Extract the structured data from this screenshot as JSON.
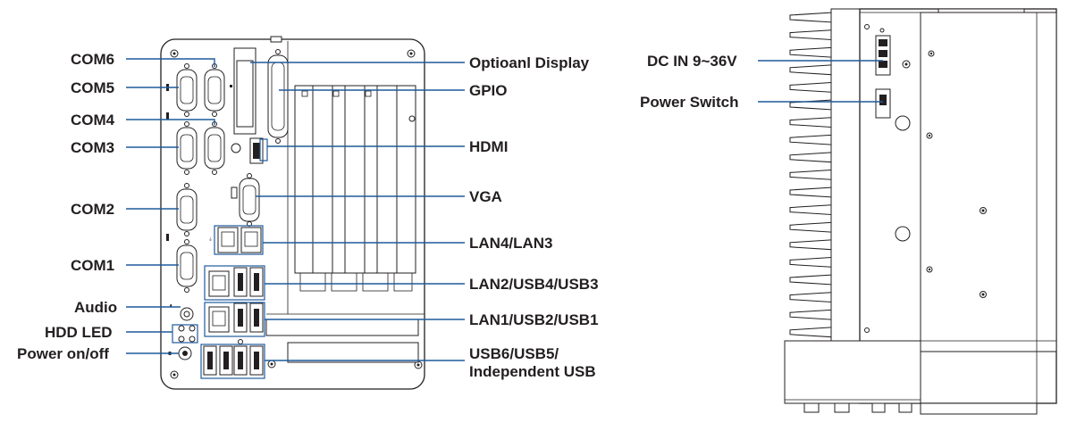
{
  "front_panel": {
    "labels": {
      "com6": "COM6",
      "com5": "COM5",
      "com4": "COM4",
      "com3": "COM3",
      "com2": "COM2",
      "com1": "COM1",
      "audio": "Audio",
      "hdd_led": "HDD LED",
      "power_onoff": "Power on/off",
      "optional_display": "Optioanl Display",
      "gpio": "GPIO",
      "hdmi": "HDMI",
      "vga": "VGA",
      "lan43": "LAN4/LAN3",
      "lan2_usb43": "LAN2/USB4/USB3",
      "lan1_usb21": "LAN1/USB2/USB1",
      "usb65_line1": "USB6/USB5/",
      "usb65_line2": "Independent USB"
    }
  },
  "side_panel": {
    "labels": {
      "dc_in": "DC IN 9~36V",
      "power_switch": "Power Switch"
    }
  },
  "colors": {
    "callout": "#1f5a9c",
    "outline": "#231f20",
    "label": "#231f20"
  }
}
